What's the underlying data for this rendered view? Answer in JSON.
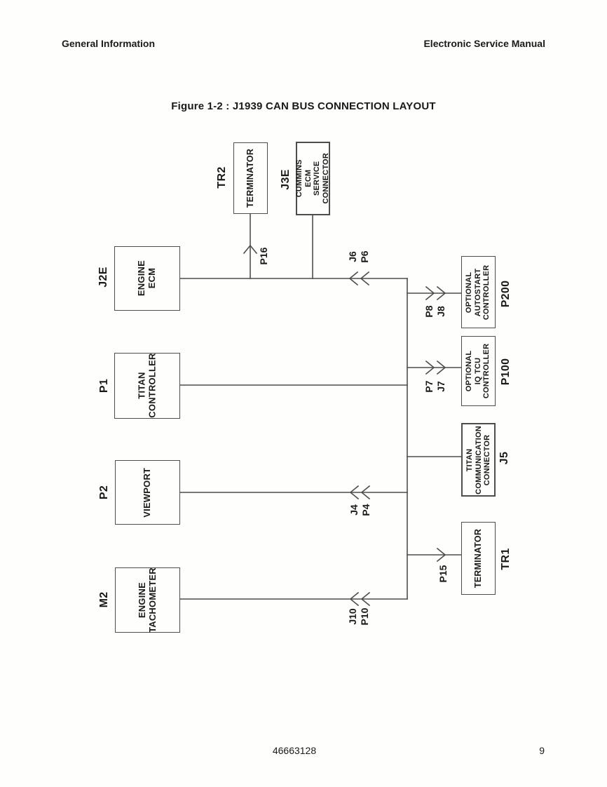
{
  "page": {
    "header_left": "General Information",
    "header_right": "Electronic Service Manual",
    "figure_title": "Figure 1-2 : J1939 CAN BUS CONNECTION LAYOUT",
    "footer_doc_number": "46663128",
    "footer_page_number": "9"
  },
  "diagram": {
    "boxes": [
      {
        "id": "engine-ecm",
        "port": "J2E",
        "label": "ENGINE\nECM"
      },
      {
        "id": "titan-controller",
        "port": "P1",
        "label": "TITAN\nCONTROLLER"
      },
      {
        "id": "viewport",
        "port": "P2",
        "label": "VIEWPORT"
      },
      {
        "id": "engine-tachometer",
        "port": "M2",
        "label": "ENGINE\nTACHOMETER"
      },
      {
        "id": "tr2-terminator",
        "port": "TR2",
        "label": "TERMINATOR"
      },
      {
        "id": "cummins-ecm-service",
        "port": "J3E",
        "label": "CUMMINS ECM\nSERVICE\nCONNECTOR"
      },
      {
        "id": "autostart-controller",
        "port": "P200",
        "label": "OPTIONAL\nAUTOSTART\nCONTROLLER"
      },
      {
        "id": "iq-tcu-controller",
        "port": "P100",
        "label": "OPTIONAL\nIQ TCU\nCONTROLLER"
      },
      {
        "id": "titan-comm-connector",
        "port": "J5",
        "label": "TITAN\nCOMMUNICATION\nCONNECTOR"
      },
      {
        "id": "tr1-terminator",
        "port": "TR1",
        "label": "TERMINATOR"
      }
    ],
    "wire_labels": [
      {
        "id": "J6",
        "text": "J6"
      },
      {
        "id": "P6",
        "text": "P6"
      },
      {
        "id": "P16",
        "text": "P16"
      },
      {
        "id": "P8",
        "text": "P8"
      },
      {
        "id": "J8",
        "text": "J8"
      },
      {
        "id": "P7",
        "text": "P7"
      },
      {
        "id": "J7",
        "text": "J7"
      },
      {
        "id": "J4",
        "text": "J4"
      },
      {
        "id": "P4",
        "text": "P4"
      },
      {
        "id": "P15",
        "text": "P15"
      },
      {
        "id": "J10",
        "text": "J10"
      },
      {
        "id": "P10",
        "text": "P10"
      }
    ],
    "line_color": "#4d4d4d"
  }
}
